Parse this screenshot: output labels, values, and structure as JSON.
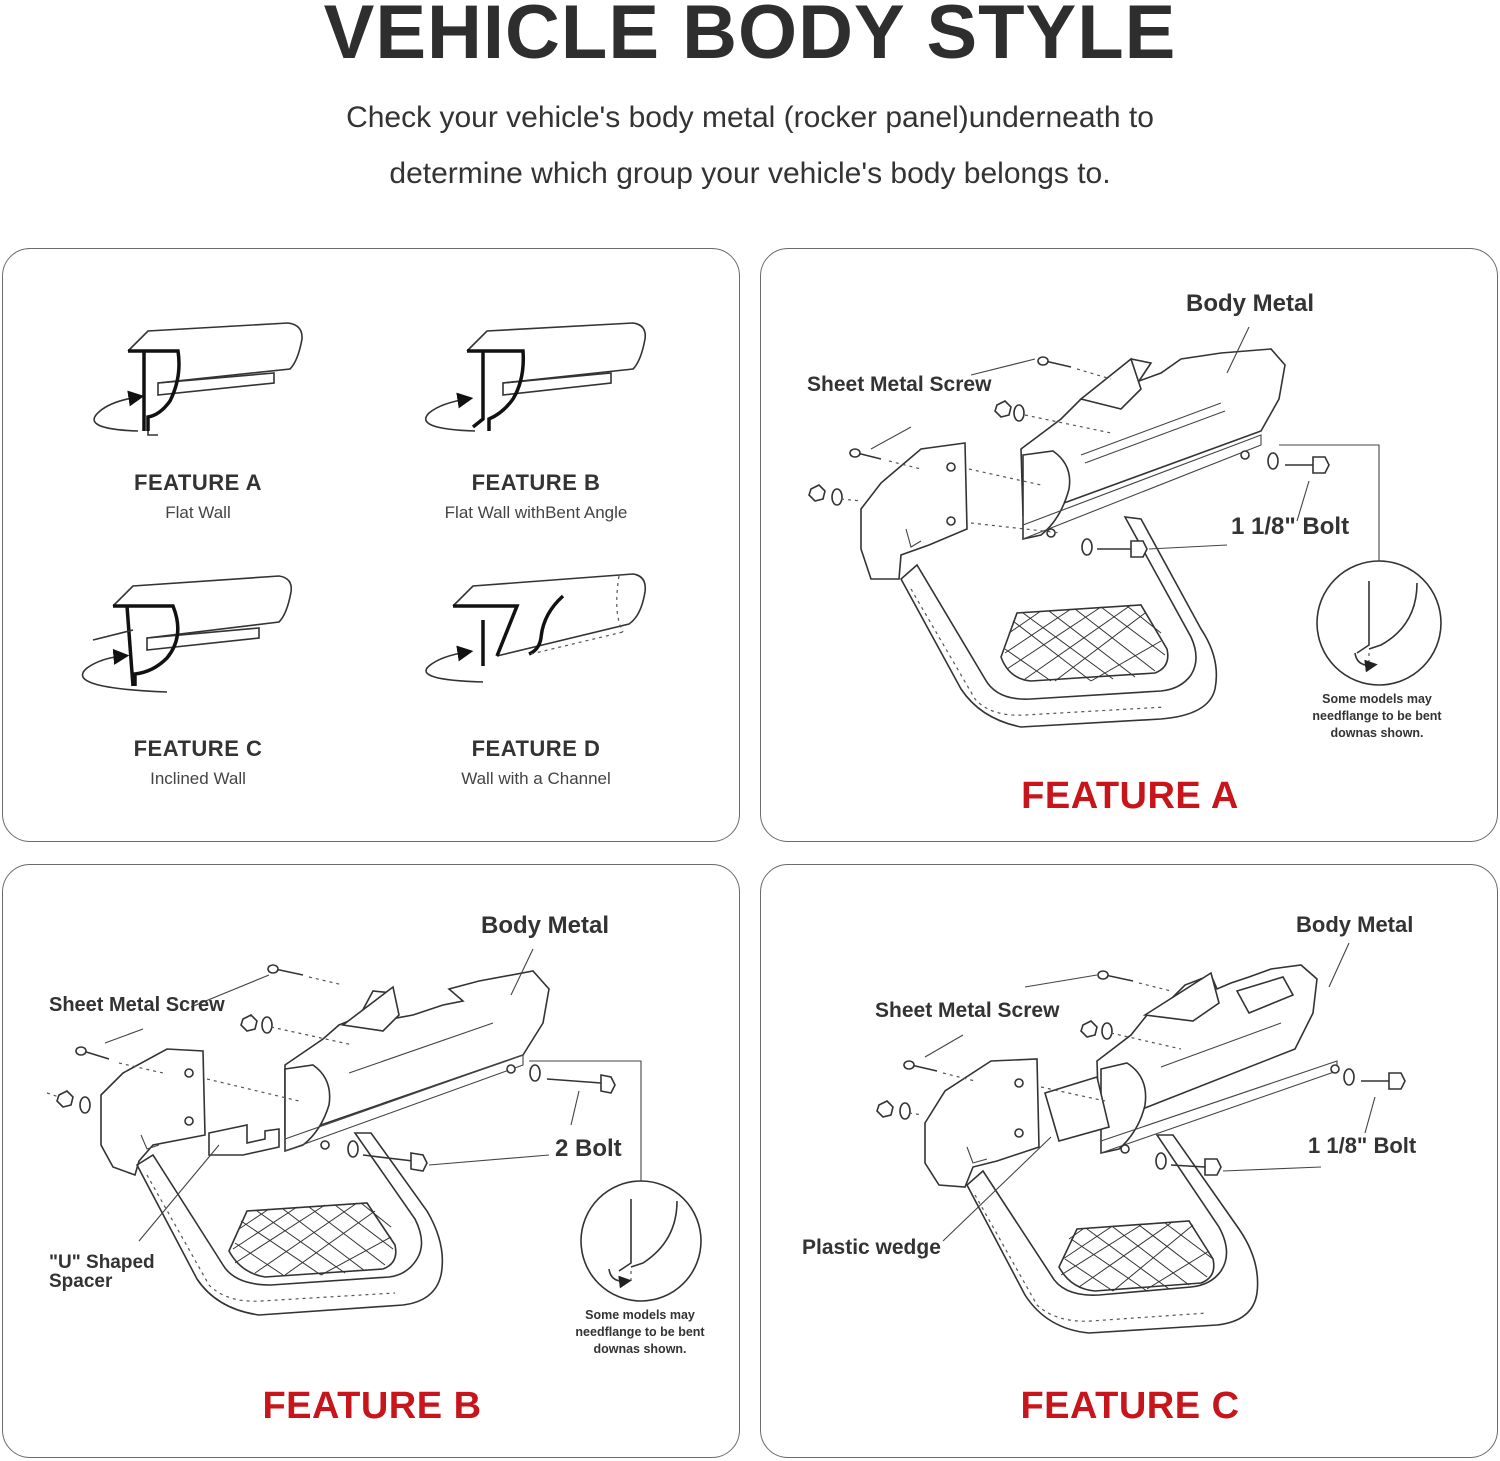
{
  "title": "VEHICLE BODY STYLE",
  "subtitle": {
    "line1": "Check your vehicle's body metal (rocker panel)underneath to",
    "line2": "determine which group your vehicle's body belongs to."
  },
  "features": [
    {
      "name": "FEATURE A",
      "desc": "Flat Wall"
    },
    {
      "name": "FEATURE B",
      "desc": "Flat Wall withBent Angle"
    },
    {
      "name": "FEATURE C",
      "desc": "Inclined Wall"
    },
    {
      "name": "FEATURE D",
      "desc": "Wall with a Channel"
    }
  ],
  "panel_a": {
    "label": "FEATURE A",
    "body_metal": "Body Metal",
    "screw": "Sheet Metal Screw",
    "bolt": "1 1/8\" Bolt",
    "note": [
      "Some models may",
      "needflange to be bent",
      "downas shown."
    ]
  },
  "panel_b": {
    "label": "FEATURE B",
    "body_metal": "Body Metal",
    "screw": "Sheet Metal Screw",
    "bolt": "2 Bolt",
    "spacer": [
      "\"U\" Shaped",
      "Spacer"
    ],
    "note": [
      "Some models may",
      "needflange to be bent",
      "downas shown."
    ]
  },
  "panel_c": {
    "label": "FEATURE C",
    "body_metal": "Body Metal",
    "screw": "Sheet Metal Screw",
    "bolt": "1 1/8\" Bolt",
    "wedge": "Plastic wedge"
  },
  "colors": {
    "accent_red": "#c8141b",
    "text": "#2b2b2b",
    "border": "#6b6b6b"
  }
}
